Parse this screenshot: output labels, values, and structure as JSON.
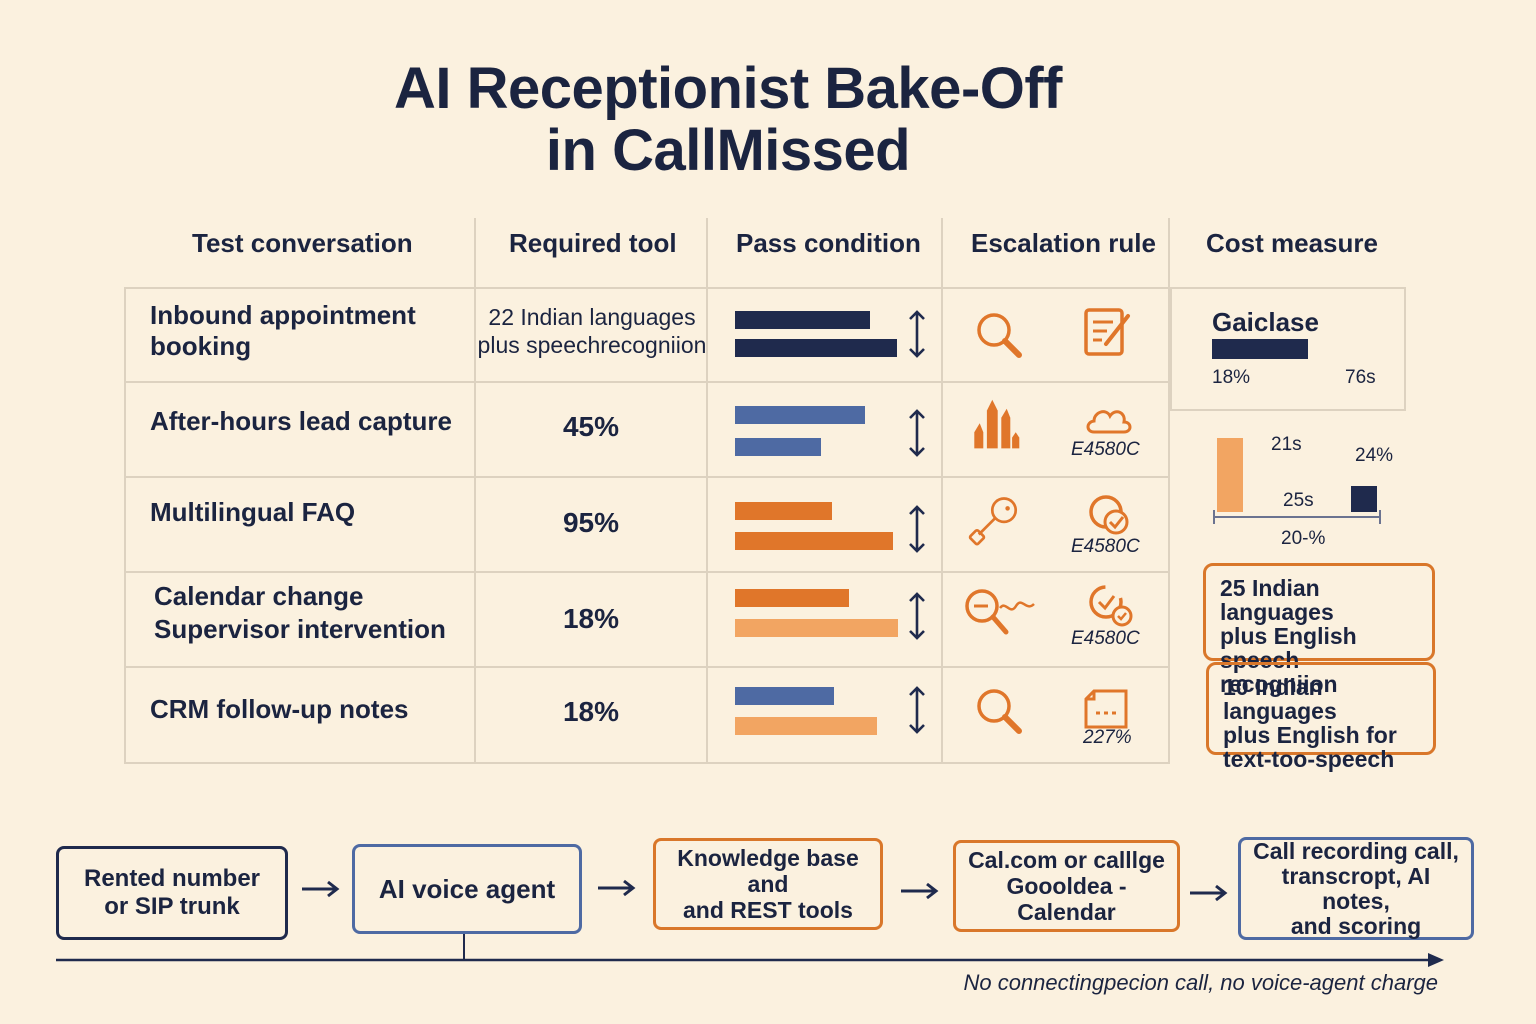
{
  "title_line1": "AI Receptionist Bake-Off",
  "title_line2": "in CallMissed",
  "headers": [
    "Test conversation",
    "Required tool",
    "Pass condition",
    "Escalation rule",
    "Cost measure"
  ],
  "rows": [
    {
      "label_lines": [
        "Inbound appointment",
        "booking"
      ],
      "tool_lines": [
        "22 Indian languages",
        "plus speechrecogniion"
      ]
    },
    {
      "label_lines": [
        "After-hours lead capture"
      ],
      "tool": "45%"
    },
    {
      "label_lines": [
        "Multilingual FAQ"
      ],
      "tool": "95%"
    },
    {
      "label_lines": [
        "Calendar change",
        "Supervisor intervention"
      ],
      "tool": "18%"
    },
    {
      "label_lines": [
        "CRM follow-up notes"
      ],
      "tool": "18%"
    }
  ],
  "pass_bars": [
    [
      0.82,
      0.98
    ],
    [
      0.79,
      0.52
    ],
    [
      0.59,
      0.96
    ],
    [
      0.69,
      0.99
    ],
    [
      0.6,
      0.86
    ]
  ],
  "escalation_labels": [
    "E4580C",
    "E4580C",
    "E4580C",
    "227%"
  ],
  "cost": {
    "box_label": "Gaiclase",
    "box_left": "18%",
    "box_right": "76s",
    "mini_labels": [
      "21s",
      "24%",
      "25s",
      "20-%"
    ],
    "notes": [
      [
        "25 Indian languages",
        "plus English",
        "speech recogniion"
      ],
      [
        "10 Indian languages",
        "plus English for",
        "text-too-speech"
      ]
    ]
  },
  "flow": [
    [
      "Rented number",
      "or SIP trunk"
    ],
    [
      "AI voice agent"
    ],
    [
      "Knowledge base and",
      "and REST tools"
    ],
    [
      "Cal.com or calllge",
      "Goooldea -Calendar"
    ],
    [
      "Call recording call,",
      "transcropt, AI notes,",
      "and scoring"
    ]
  ],
  "footer": "No connectingpecion call, no voice-agent charge",
  "colors": {
    "navy": "#1f2a4d",
    "blue": "#4e6aa3",
    "orange": "#e0762a",
    "peach": "#f2a562"
  }
}
